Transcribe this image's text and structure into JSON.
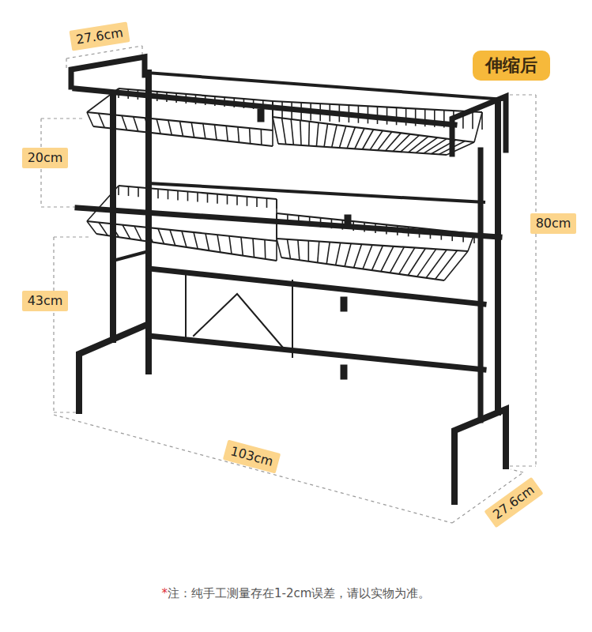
{
  "diagram": {
    "nodes": [
      {
        "text": [
          "伸缩后"
        ]
      }
    ],
    "labels": [
      "27.6cm",
      "20cm",
      "43cm",
      "80cm",
      "103cm",
      "27.6cm",
      "*",
      "注：纯手工测量存在1-2cm误差，请以实物为准。"
    ]
  }
}
